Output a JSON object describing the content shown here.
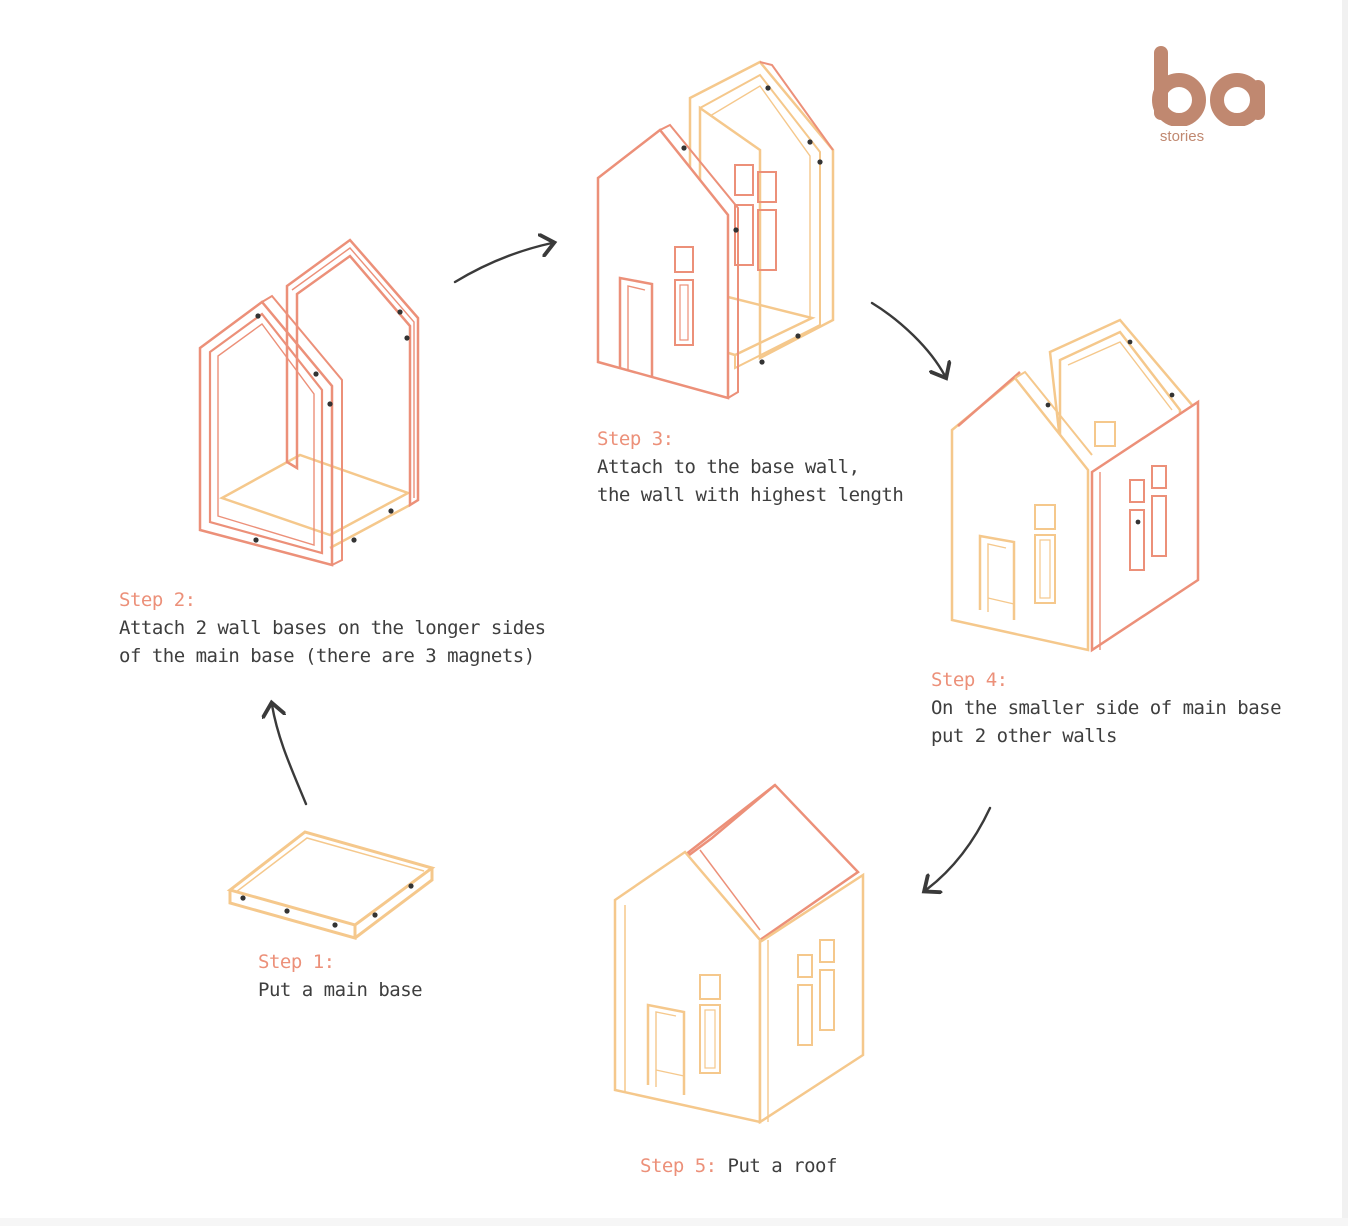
{
  "brand": {
    "logo_text": "ba",
    "sub_text": "stories"
  },
  "colors": {
    "peach": "#f5c88c",
    "coral": "#ec9079",
    "arrow": "#3a3a3a",
    "text": "#3e3e3e",
    "logo": "#c08870"
  },
  "steps": [
    {
      "label": "Step 1:",
      "lines": [
        "Put a main base"
      ]
    },
    {
      "label": "Step 2:",
      "lines": [
        "Attach 2 wall bases on the longer sides",
        "of the main base (there are 3 magnets)"
      ]
    },
    {
      "label": "Step 3:",
      "lines": [
        "Attach to the base wall,",
        "the wall with highest length"
      ]
    },
    {
      "label": "Step 4:",
      "lines": [
        "On the smaller side of main base",
        "put 2 other walls"
      ]
    },
    {
      "label": "Step 5:",
      "lines": [
        "Put a roof"
      ]
    }
  ]
}
